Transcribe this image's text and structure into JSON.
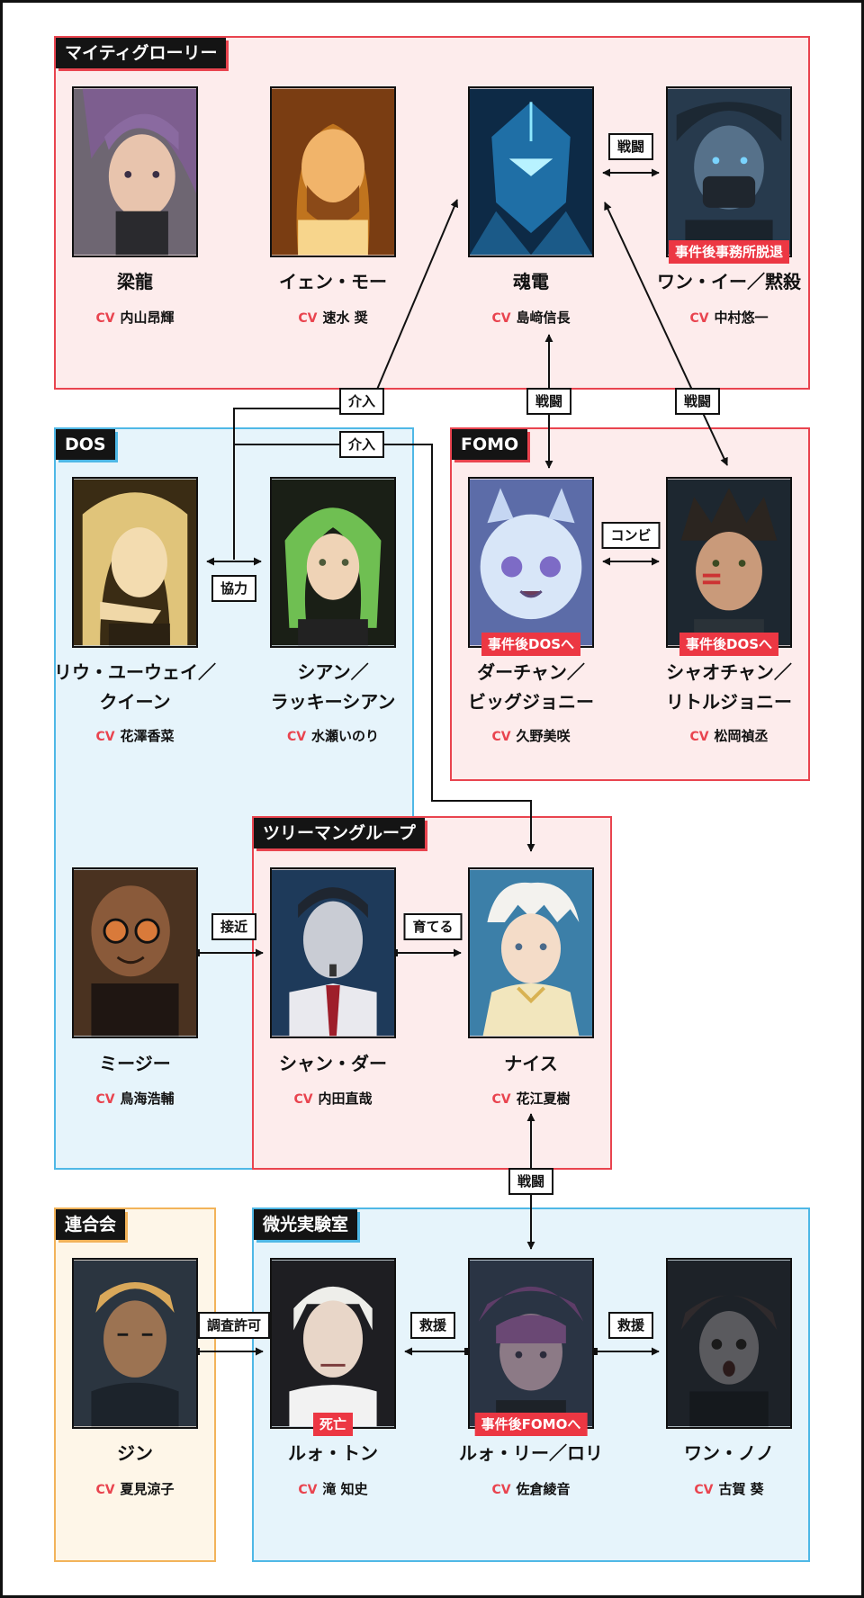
{
  "cv_tag": "CV",
  "colors": {
    "red": "#e9444f",
    "blue": "#4fb8e6",
    "orange": "#f2b35a",
    "badge": "#ec3743"
  },
  "groups": {
    "mighty": "マイティグローリー",
    "dos": "DOS",
    "fomo": "FOMO",
    "tree": "ツリーマングループ",
    "rengo": "連合会",
    "lab": "微光実験室"
  },
  "characters": {
    "liang_long": {
      "name": "梁龍",
      "cv": "内山昂輝"
    },
    "yen_mo": {
      "name": "イェン・モー",
      "cv": "速水 奨"
    },
    "hun_dian": {
      "name": "魂電",
      "cv": "島﨑信長"
    },
    "wang_yi": {
      "name": "ワン・イー／黙殺",
      "cv": "中村悠一",
      "badge": "事件後事務所脱退"
    },
    "liu": {
      "name_line1": "リウ・ユーウェイ／",
      "name_line2": "クイーン",
      "cv": "花澤香菜"
    },
    "xian": {
      "name_line1": "シアン／",
      "name_line2": "ラッキーシアン",
      "cv": "水瀬いのり"
    },
    "da_chan": {
      "name_line1": "ダーチャン／",
      "name_line2": "ビッグジョニー",
      "cv": "久野美咲",
      "badge": "事件後DOSへ"
    },
    "xiao_chan": {
      "name_line1": "シャオチャン／",
      "name_line2": "リトルジョニー",
      "cv": "松岡禎丞",
      "badge": "事件後DOSへ"
    },
    "mi_ji": {
      "name": "ミージー",
      "cv": "鳥海浩輔"
    },
    "shan_da": {
      "name": "シャン・ダー",
      "cv": "内田直哉"
    },
    "nice": {
      "name": "ナイス",
      "cv": "花江夏樹"
    },
    "jin": {
      "name": "ジン",
      "cv": "夏見涼子"
    },
    "luo_tong": {
      "name": "ルォ・トン",
      "cv": "滝 知史",
      "badge": "死亡"
    },
    "luo_li": {
      "name": "ルォ・リー／ロリ",
      "cv": "佐倉綾音",
      "badge": "事件後FOMOへ"
    },
    "wang_nono": {
      "name": "ワン・ノノ",
      "cv": "古賀 葵"
    }
  },
  "relations": {
    "battle": "戦闘",
    "intervene": "介入",
    "cooperate": "協力",
    "combi": "コンビ",
    "approach": "接近",
    "raise": "育てる",
    "permit": "調査許可",
    "rescue": "救援"
  }
}
